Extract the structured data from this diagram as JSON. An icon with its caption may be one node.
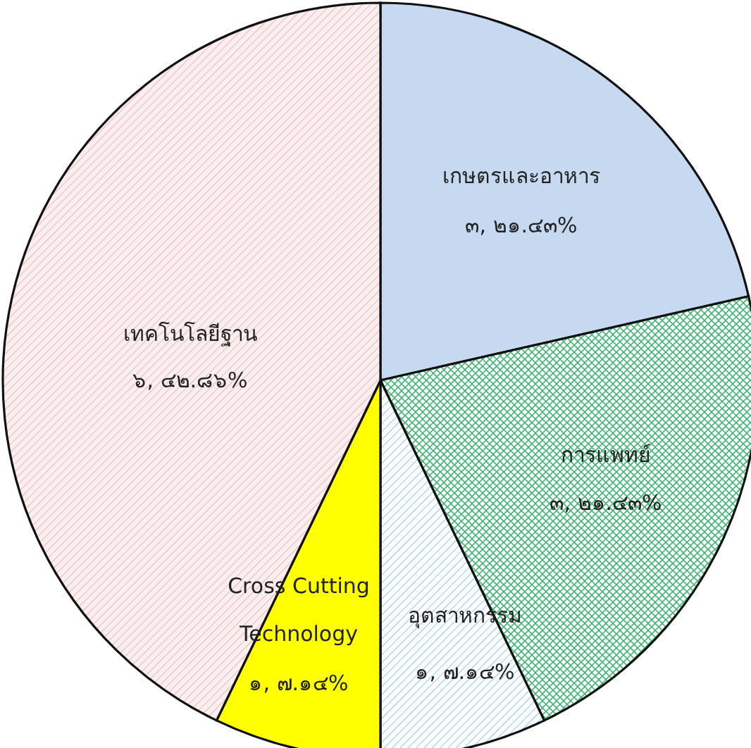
{
  "diagram": {
    "chart_data": {
      "type": "pie",
      "categories": [
        "เกษตรและอาหาร",
        "การแพทย์",
        "อุตสาหกรรม",
        "Cross Cutting Technology",
        "เทคโนโลยีฐาน"
      ],
      "values": [
        3,
        3,
        1,
        1,
        6
      ],
      "value_labels": [
        "๓, ๒๑.๔๓%",
        "๓, ๒๑.๔๓%",
        "๑, ๗.๑๔%",
        "๑, ๗.๑๔%",
        "๖, ๔๒.๘๖%"
      ]
    }
  }
}
